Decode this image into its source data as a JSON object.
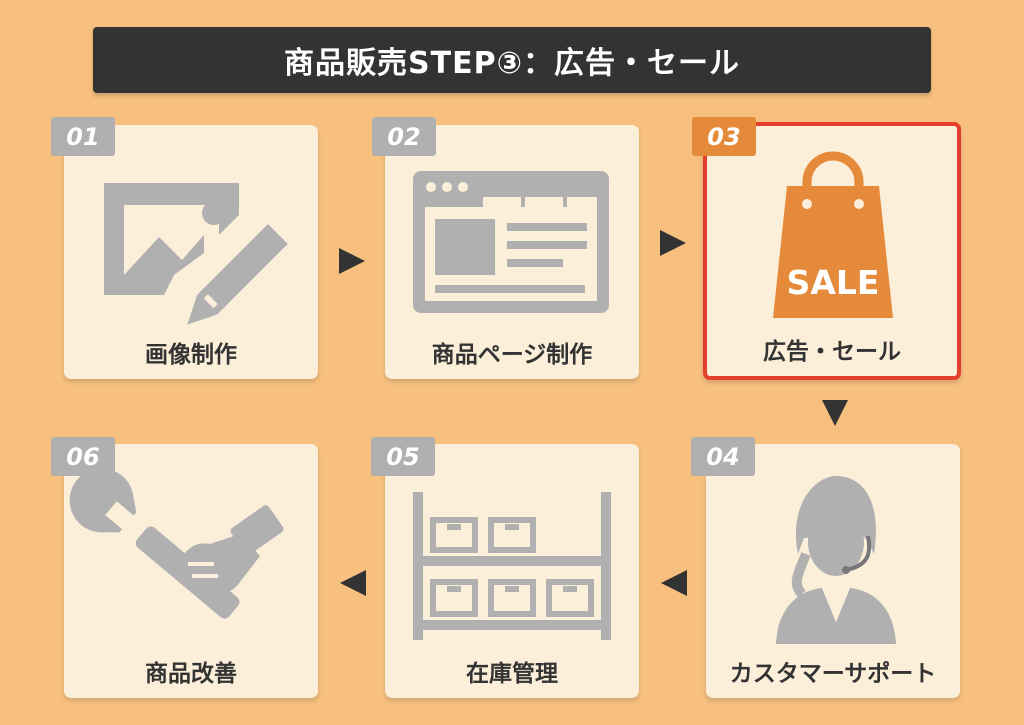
{
  "title": "商品販売STEP③：広告・セール",
  "steps": [
    {
      "number": "01",
      "label": "画像制作",
      "icon": "image-edit-icon"
    },
    {
      "number": "02",
      "label": "商品ページ制作",
      "icon": "browser-page-icon"
    },
    {
      "number": "03",
      "label": "広告・セール",
      "icon": "sale-bag-icon",
      "sale_text": "SALE",
      "active": true
    },
    {
      "number": "04",
      "label": "カスタマーサポート",
      "icon": "headset-operator-icon"
    },
    {
      "number": "05",
      "label": "在庫管理",
      "icon": "storage-shelf-icon"
    },
    {
      "number": "06",
      "label": "商品改善",
      "icon": "wrench-hand-icon"
    }
  ],
  "colors": {
    "background": "#f7c07f",
    "card": "#fcefd9",
    "inactive": "#b0b0b0",
    "accent": "#e58a3a",
    "highlight_border": "#e33f2c",
    "title_bar": "#333333"
  }
}
